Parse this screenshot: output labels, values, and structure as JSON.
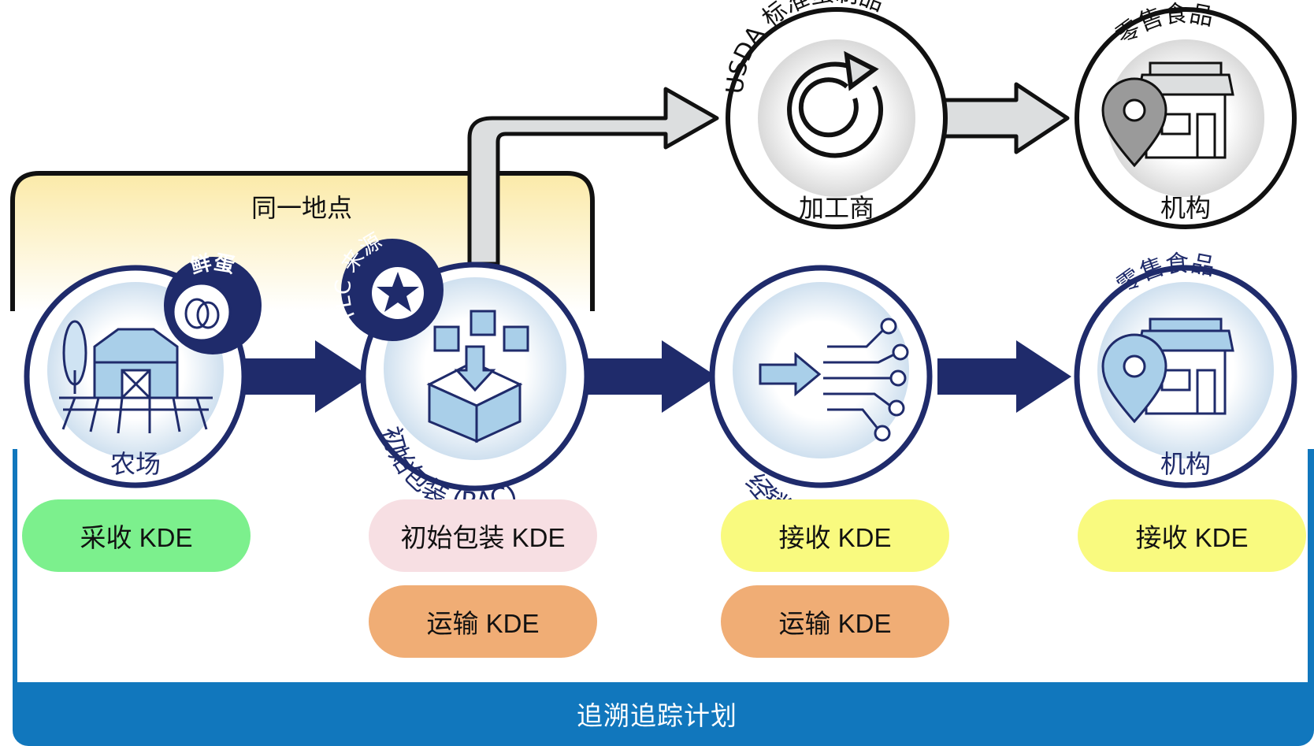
{
  "colors": {
    "navy": "#1f2b6b",
    "blue_band": "#1177bd",
    "green_pill": "#7cf08d",
    "pink_pill": "#f7dfe3",
    "orange_pill": "#f0ad75",
    "yellow_pill": "#f9fa7f",
    "gray_arrow": "#dcdedf",
    "location_fill": "#fdf0c5"
  },
  "same_location": "同一地点",
  "badges": {
    "eggs": "鲜蛋",
    "tlc": "TLC 来源"
  },
  "nodes": {
    "farm": "农场",
    "packer": "初始包装 (RAC)",
    "distributor": "经销商",
    "retail_top": "零售食品",
    "retail_bottom": "机构",
    "processor_top": "USDA 标准蛋制品",
    "processor_bottom": "加工商",
    "retail2_top": "零售食品",
    "retail2_bottom": "机构"
  },
  "kdes": {
    "harvest": "采收 KDE",
    "initial_pack": "初始包装 KDE",
    "ship_1": "运输 KDE",
    "receive_1": "接收 KDE",
    "ship_2": "运输 KDE",
    "receive_2": "接收 KDE"
  },
  "footer": "追溯追踪计划",
  "icons": [
    "barn-icon",
    "tree-icon",
    "egg-icon",
    "star-icon",
    "boxes-icon",
    "distribution-icon",
    "store-icon",
    "location-pin-icon",
    "cycle-icon"
  ]
}
